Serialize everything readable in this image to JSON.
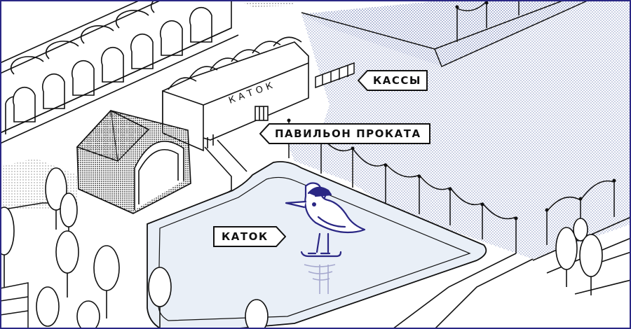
{
  "map": {
    "building_sign": "КАТОК",
    "labels": {
      "kassy": "КАССЫ",
      "pavilion": "ПАВИЛЬОН ПРОКАТА",
      "katok": "КАТОК"
    },
    "colors": {
      "ink": "#111111",
      "accent": "#2a2784",
      "ice": "#e9eff7",
      "water_dots": "#8c98c4"
    },
    "icons": {
      "mascot": "bird-on-skates-icon",
      "tree": "tree-icon",
      "lamp": "lamp-post-icon"
    }
  }
}
